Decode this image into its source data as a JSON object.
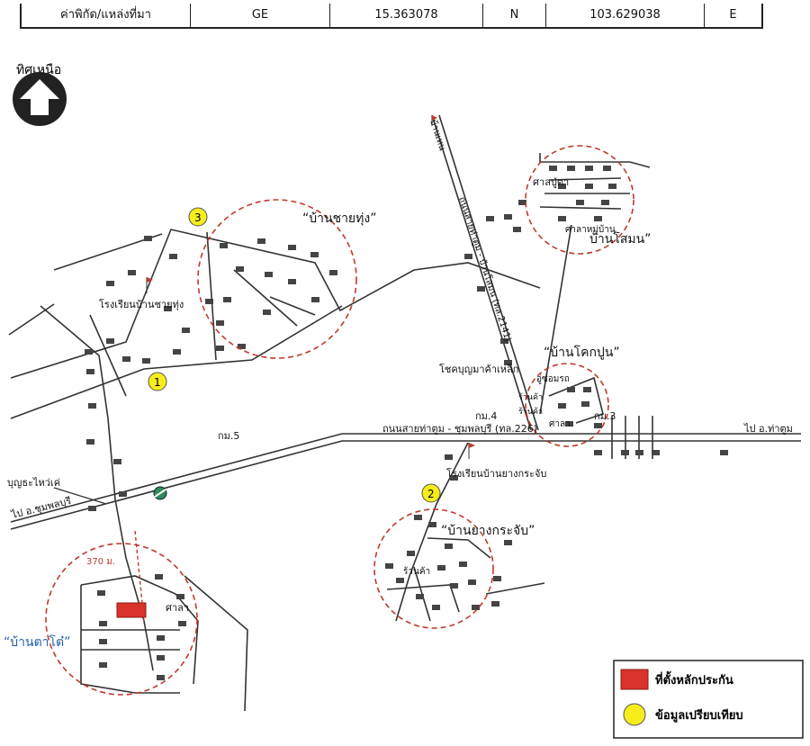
{
  "header": {
    "label": "ค่าพิกัด/แหล่งที่มา",
    "source": "GE",
    "latitude": "15.363078",
    "lat_dir": "N",
    "longitude": "103.629038",
    "lon_dir": "E"
  },
  "north": {
    "label": "ทิศเหนือ"
  },
  "villages": {
    "chai_thung": "“บ้านชายทุ่ง”",
    "saman": "บ้านโสมน”",
    "khok_pun": "“บ้านโคกปูน”",
    "yang_krachap": "“บ้านยางกระจับ”",
    "ta_to": "“บ้านตาโต๋”"
  },
  "labels": {
    "school_chai_thung": "โรงเรียนบ้านชายทุ่ง",
    "school_yang": "โรงเรียนบ้านยางกระจับ",
    "sala_pu_ta": "ศาลปู่ตา",
    "sala_village": "ศาลาหมู่บ้าน",
    "shop_steel": "โชคบุญมาค้าเหล็ก",
    "car_repair": "อู่ซ่อมรถ",
    "shop1": "ร้านค้า",
    "shop2": "ร้านค้า",
    "shop3": "ร้านค้า",
    "sala_ta_to": "ศาลา",
    "sala_khok": "ศาลา",
    "bunyodth": "บุญธะไหว่เค่",
    "road_main": "ถนนสายท่าตูม - ชุมพลบุรี (ทล.226)",
    "road_north": "ถนนสายท่าตูม - บ้านโสมน (ทล.2141)",
    "to_tha_tum": "ไป อ.ท่าตูม",
    "to_chumphon": "ไป อ.ชุมพลบุรี",
    "to_north": "บ้านเทน",
    "km5": "กม.5",
    "km4": "กม.4",
    "km3": "กม.3",
    "dist": "370 ม."
  },
  "markers": {
    "m1": "1",
    "m2": "2",
    "m3": "3"
  },
  "legend": {
    "guarantee": "ที่ตั้งหลักประกัน",
    "compare": "ข้อมูลเปรียบเทียบ"
  },
  "colors": {
    "road": "#333333",
    "circle": "#c0392b",
    "marker": "#f5ee1a",
    "guarantee": "#d9332b",
    "village_blue": "#1f5fa8"
  }
}
